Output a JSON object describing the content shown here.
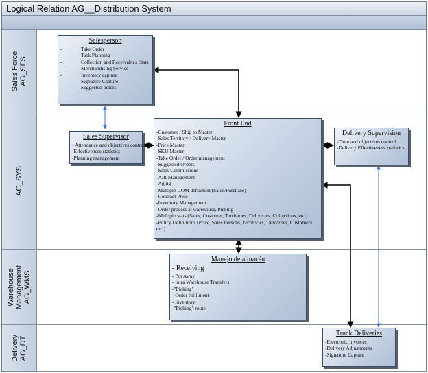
{
  "title": "Logical Relation  AG__Distribution System",
  "lanes": [
    {
      "label": "Sales Force\nAG_SFS"
    },
    {
      "label": "AG_SYS"
    },
    {
      "label": "Warehouse\nManagement\nAG_WMS"
    },
    {
      "label": "Delivery\nAG_DT"
    }
  ],
  "boxes": {
    "salesperson": {
      "title": "Salesperson",
      "items": [
        "Take Order",
        "Task Planning",
        "Collection and Receivables Stats",
        "Merchandising Service",
        "Inventory capture",
        "Signature Capture",
        "Suggested orders"
      ]
    },
    "sales_supervisor": {
      "title": "Sales Supervisor",
      "items": [
        "- Attendance and objectives control.",
        "-Effectiveness statistics",
        "-Planning management"
      ]
    },
    "front_end": {
      "title": "Front End",
      "items": [
        "-Customer / Ship to Master",
        "-Sales Territory / Delivery Master",
        "-Price Master",
        "-SKU Master",
        "-Take Order / Order management",
        "-Suggested Orders",
        "-Sales Commissions",
        "-A/R Management",
        "-Aging",
        "-Multiple UOM definition (Sales/Purchase)",
        "-Contract Price",
        "-Inventory Management",
        "-Order process at warehouse, Picking",
        "-Multiple stats  (Sales, Customer, Territories, Deliveries, Collections, etc.)",
        "-Policy Definitions (Price, Sales Persons, Territories, Deliveries, Customers etc.)"
      ]
    },
    "delivery_supervision": {
      "title": "Delivery Supervision",
      "items": [
        "-Time and objectives control.",
        "-Delivery Effectiveness statistics"
      ]
    },
    "warehouse": {
      "title": "Manejo de almacén",
      "items": [
        "- Receiving",
        "- Put Away",
        "- Intra Warehouse Transfers",
        "-\"Picking\"",
        "- Order fulfilment",
        "- Inventory",
        "-\"Picking\" route"
      ]
    },
    "truck_deliveries": {
      "title": "Truck Deliveries",
      "items": [
        "-Electronic Invoices",
        "-Delivery Adjustments",
        "-Signature Capture"
      ]
    }
  },
  "colors": {
    "box_fill": "#c7d3e4",
    "box_border": "#3b4e67",
    "black_connector": "#000000",
    "blue_connector": "#3b73d9"
  }
}
